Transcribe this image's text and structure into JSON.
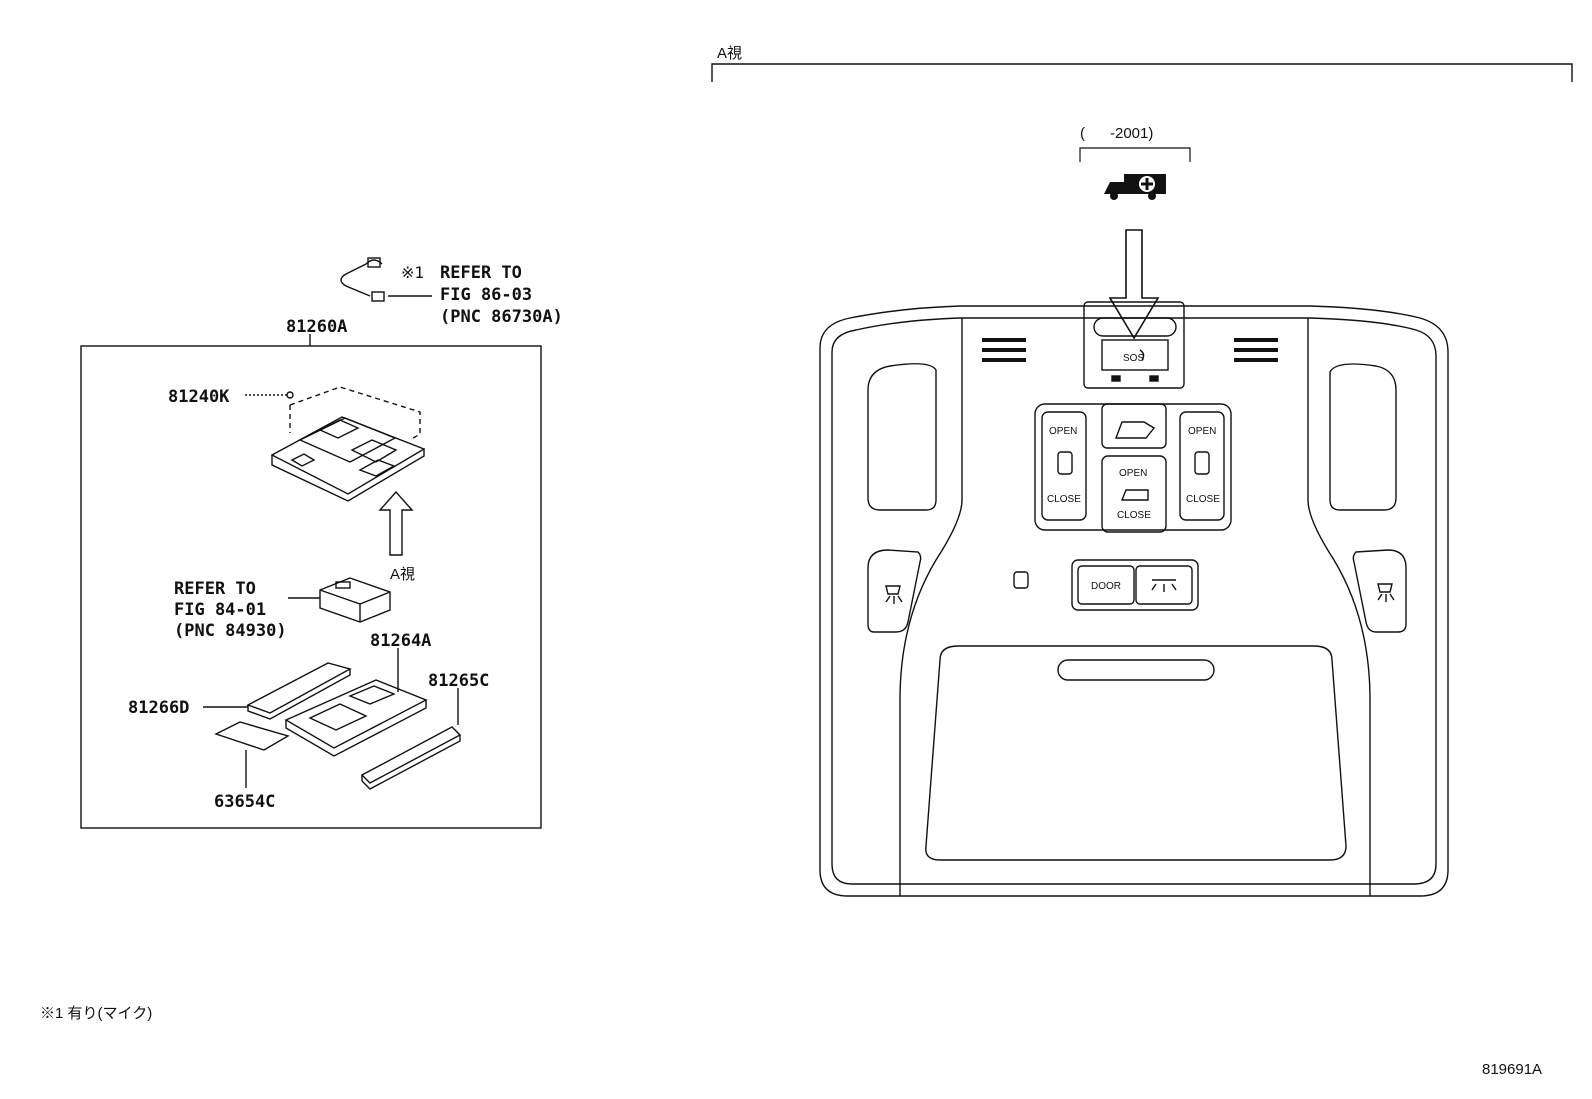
{
  "left_panel": {
    "wire_note": {
      "mark": "※1",
      "line1": "REFER TO",
      "line2": "FIG 86-03",
      "line3": "(PNC 86730A)"
    },
    "assembly_part": "81260A",
    "part_lamp": "81240K",
    "view_label": "A視",
    "ref_84": {
      "line1": "REFER TO",
      "line2": "FIG 84-01",
      "line3": "(PNC 84930)"
    },
    "part_cover": "81264A",
    "part_right": "81265C",
    "part_left": "81266D",
    "part_pad": "63654C"
  },
  "right_panel": {
    "view_label": "A視",
    "date_range": "(      -2001)",
    "sos_label": "SOS",
    "btn_open": "OPEN",
    "btn_close": "CLOSE",
    "btn_door": "DOOR"
  },
  "footnote": "※1 有り(マイク)",
  "diagram_id": "819691A"
}
